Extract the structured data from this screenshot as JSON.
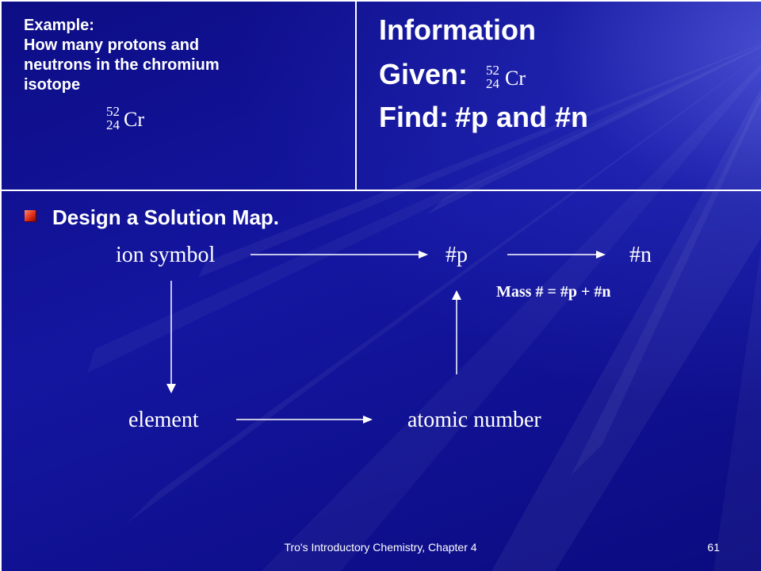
{
  "example": {
    "lines": [
      "Example:",
      "How many protons and",
      "neutrons in the chromium",
      "isotope"
    ]
  },
  "isotope": {
    "mass_number": "52",
    "atomic_number": "24",
    "symbol": "Cr"
  },
  "info": {
    "title": "Information",
    "given_label": "Given:",
    "find_label": "Find:",
    "find_value": "#p and #n"
  },
  "solution": {
    "heading": "Design a Solution Map.",
    "ion_symbol": "ion symbol",
    "p": "#p",
    "n": "#n",
    "mass_equation": "Mass # = #p + #n",
    "element": "element",
    "atomic_number": "atomic number"
  },
  "footer": {
    "text": "Tro's Introductory Chemistry, Chapter 4",
    "page": "61"
  }
}
